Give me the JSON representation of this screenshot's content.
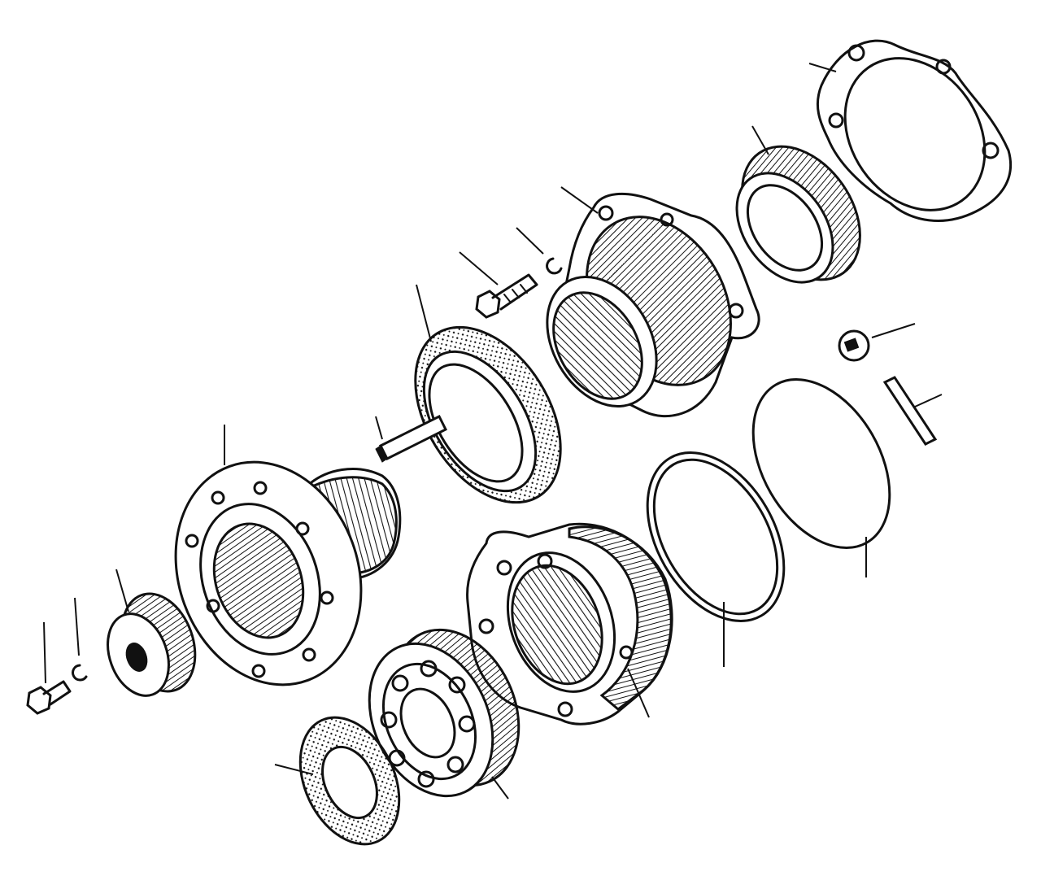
{
  "diagram": {
    "background": "#ffffff",
    "ink_color": "#111111",
    "parts": [
      {
        "id": "gasket"
      },
      {
        "id": "bearing-outer-race"
      },
      {
        "id": "bearing-housing"
      },
      {
        "id": "c-clip-upper"
      },
      {
        "id": "bolt-upper"
      },
      {
        "id": "oil-seal-large"
      },
      {
        "id": "key"
      },
      {
        "id": "oil-filler-plug"
      },
      {
        "id": "dowel-pin"
      },
      {
        "id": "o-ring-large"
      },
      {
        "id": "o-ring-medium"
      },
      {
        "id": "output-flange"
      },
      {
        "id": "retainer-plate"
      },
      {
        "id": "c-clip-lower"
      },
      {
        "id": "bolt-lower"
      },
      {
        "id": "rear-housing"
      },
      {
        "id": "ball-bearing"
      },
      {
        "id": "oil-seal-small"
      }
    ]
  }
}
